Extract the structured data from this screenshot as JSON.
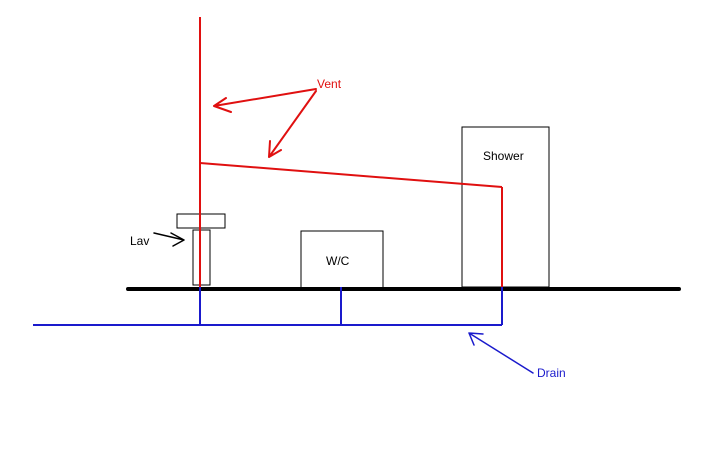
{
  "diagram": {
    "fixtures": {
      "lav": "Lav",
      "wc": "W/C",
      "shower": "Shower"
    },
    "annotations": {
      "vent": "Vent",
      "drain": "Drain"
    },
    "colors": {
      "vent": "#e01010",
      "drain": "#1a1acc",
      "floor": "#000000",
      "fixture_outline": "#000000",
      "label_text": "#000000"
    }
  }
}
